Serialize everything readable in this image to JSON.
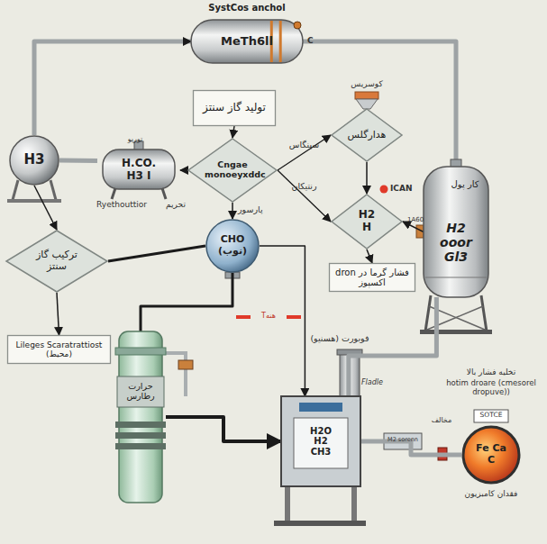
{
  "diagram": {
    "nodes": [
      {
        "text": [
          "SystCos anchol",
          "MeTh6ll"
        ]
      },
      {
        "text": [
          "تولید گاز سنتز"
        ]
      },
      {
        "text": [
          "H3"
        ]
      },
      {
        "text": [
          "H.CO. H3 I"
        ]
      },
      {
        "text": [
          "Cngae monoeyxddc"
        ]
      },
      {
        "text": [
          "هدارگلس"
        ]
      },
      {
        "text": [
          "H2 H"
        ]
      },
      {
        "text": [
          "کار پول",
          "H2 ooor Gl3"
        ]
      },
      {
        "text": [
          "فشار گرما در dron اکسپوز"
        ]
      },
      {
        "text": [
          "CHO (نوب)"
        ]
      },
      {
        "text": [
          "ترکیب گاز سنتز"
        ]
      },
      {
        "text": [
          "Lileges Scaratrattiost (محیط)"
        ]
      },
      {
        "text": [
          "حرارت رطارس"
        ]
      },
      {
        "text": [
          "H2O H2 CH3"
        ]
      },
      {
        "text": [
          "Fe Ca C"
        ]
      }
    ],
    "edges": [
      {
        "from": 2,
        "to": 0,
        "arrow": "to"
      },
      {
        "from": 0,
        "to": 7,
        "arrow": "none"
      },
      {
        "from": 1,
        "to": 4,
        "arrow": "to"
      },
      {
        "from": 4,
        "to": 3,
        "arrow": "to"
      },
      {
        "from": 3,
        "to": 2,
        "arrow": "none"
      },
      {
        "from": 4,
        "to": 5,
        "label": "سینگاس",
        "arrow": "to"
      },
      {
        "from": 4,
        "to": 6,
        "label": "رنتیکان",
        "arrow": "to"
      },
      {
        "from": 5,
        "to": 6,
        "arrow": "to"
      },
      {
        "from": 7,
        "to": 6,
        "arrow": "to"
      },
      {
        "from": 6,
        "to": 8,
        "arrow": "to"
      },
      {
        "from": 4,
        "to": 9,
        "label": "پارسور",
        "arrow": "to"
      },
      {
        "from": 2,
        "to": 10,
        "arrow": "to"
      },
      {
        "from": 10,
        "to": 11,
        "arrow": "to"
      },
      {
        "from": 9,
        "to": 10,
        "arrow": "none"
      },
      {
        "from": 9,
        "to": 12,
        "arrow": "none"
      },
      {
        "from": 9,
        "to": 13,
        "label": "فوبورت (هسنیو)",
        "arrow": "to"
      },
      {
        "from": 12,
        "to": 13,
        "arrow": "to"
      },
      {
        "from": 13,
        "to": 14,
        "arrow": "none"
      },
      {
        "from": 7,
        "to": 13,
        "arrow": "none"
      }
    ],
    "labels": [
      "C",
      "تورپو",
      "Ryethouttior",
      "تحریم",
      "کوسریس",
      "ICAN",
      "1A60",
      "Tهنه",
      "Fladle",
      "M2 sorenn",
      "مخالف",
      "SOTCE",
      "تخلیه فشار بالا",
      "hotim droare (cmesorel dropuve))",
      "فقدان کامبزیون"
    ]
  }
}
